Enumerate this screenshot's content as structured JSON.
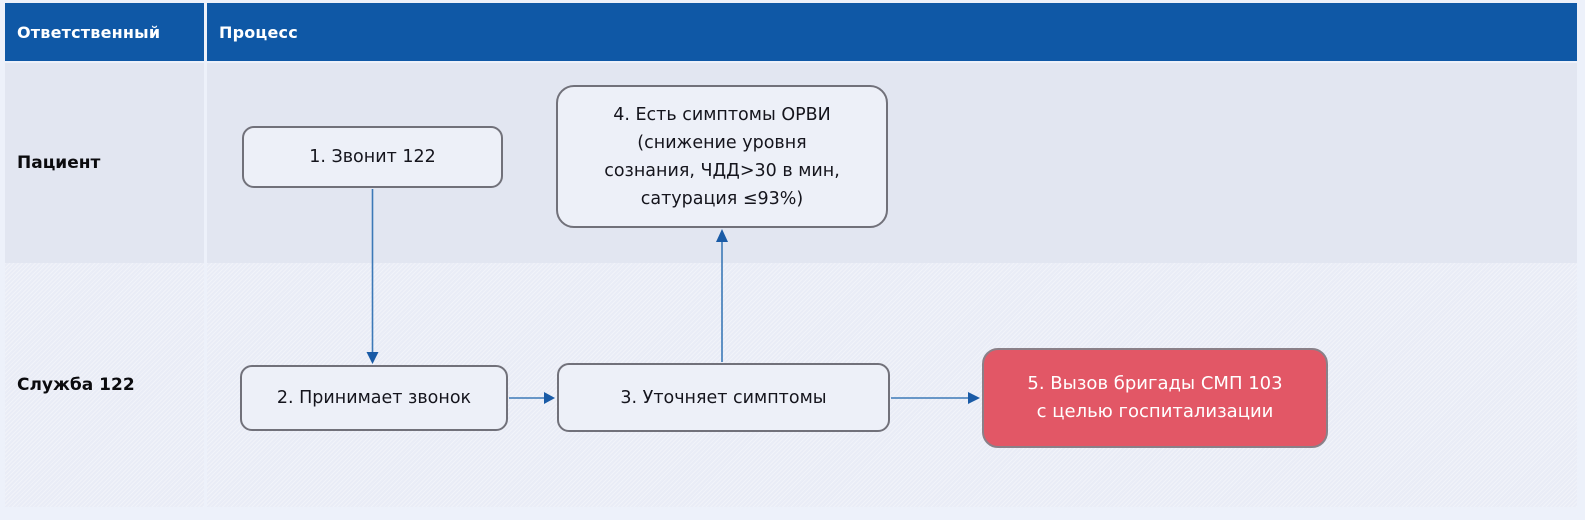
{
  "header": {
    "responsible_label": "Ответственный",
    "process_label": "Процесс"
  },
  "lanes": [
    {
      "label": "Пациент"
    },
    {
      "label": "Служба 122"
    }
  ],
  "nodes": [
    {
      "id": "1",
      "lane": "Пациент",
      "type": "step",
      "label": "1. Звонит 122"
    },
    {
      "id": "2",
      "lane": "Служба 122",
      "type": "step",
      "label": "2. Принимает звонок"
    },
    {
      "id": "3",
      "lane": "Служба 122",
      "type": "step",
      "label": "3. Уточняет симптомы"
    },
    {
      "id": "4",
      "lane": "Пациент",
      "type": "step",
      "label": "4. Есть симптомы ОРВИ\n(снижение уровня\nсознания, ЧДД>30 в мин,\nсатурация ≤93%)"
    },
    {
      "id": "5",
      "lane": "Служба 122",
      "type": "highlighted-step",
      "label": "5. Вызов бригады СМП 103\nс целью госпитализации"
    }
  ],
  "edges": [
    {
      "from": "1",
      "to": "2"
    },
    {
      "from": "2",
      "to": "3"
    },
    {
      "from": "3",
      "to": "4"
    },
    {
      "from": "3",
      "to": "5"
    }
  ],
  "colors": {
    "page_bg": "#edf1fa",
    "header_bg": "#0f58a6",
    "header_text": "#ffffff",
    "lane1_bg": "#e2e6f1",
    "lane2_bg": "#e9ecf6",
    "node_bg": "#edf0f8",
    "node_border": "#71717a",
    "highlight_node_bg": "#e25766",
    "highlight_node_text": "#ffffff",
    "arrow": "#1a5ba6"
  }
}
